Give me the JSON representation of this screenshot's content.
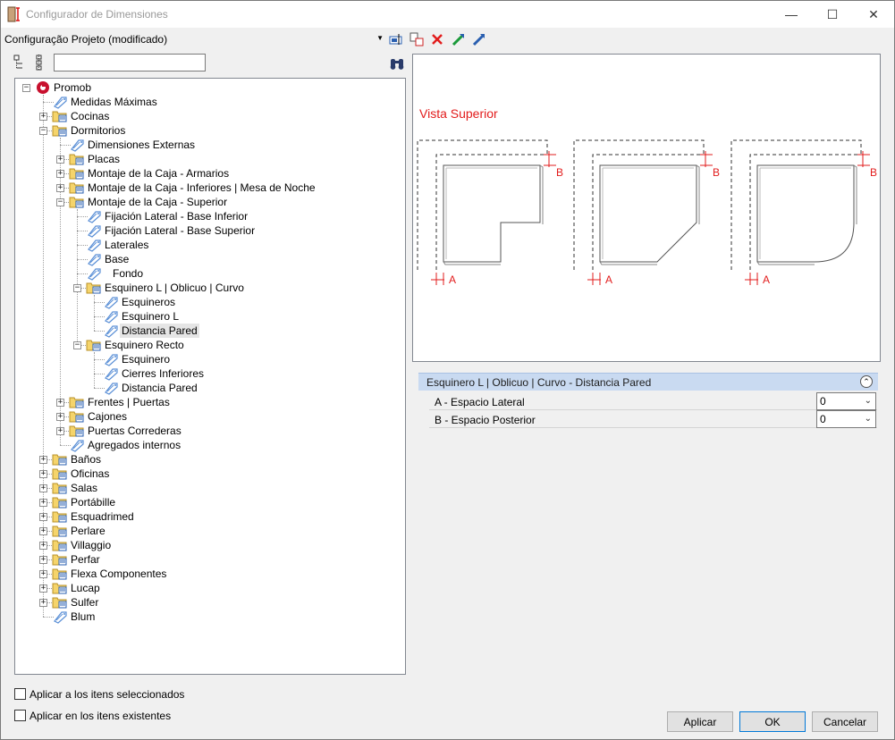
{
  "window": {
    "title": "Configurador de Dimensiones",
    "minimize": "—",
    "maximize": "☐",
    "close": "✕"
  },
  "config": {
    "selected": "Configuração Projeto (modificado)"
  },
  "search": {
    "value": "",
    "placeholder": ""
  },
  "tree": {
    "root": "Promob",
    "medidas_maximas": "Medidas Máximas",
    "cocinas": "Cocinas",
    "dormitorios": "Dormitorios",
    "dimensiones_externas": "Dimensiones Externas",
    "placas": "Placas",
    "montaje_armarios": "Montaje de la Caja - Armarios",
    "montaje_inferiores": "Montaje de la Caja - Inferiores | Mesa de Noche",
    "montaje_superior": "Montaje de la Caja - Superior",
    "fijacion_inferior": "Fijación Lateral - Base Inferior",
    "fijacion_superior": "Fijación Lateral - Base Superior",
    "laterales": "Laterales",
    "base": "Base",
    "fondo": "Fondo",
    "esquinero_l": "Esquinero L | Oblicuo | Curvo",
    "esquineros": "Esquineros",
    "esquinero_l_item": "Esquinero L",
    "distancia_pared": "Distancia Pared",
    "esquinero_recto": "Esquinero Recto",
    "esquinero": "Esquinero",
    "cierres_inferiores": "Cierres Inferiores",
    "distancia_pared_2": "Distancia Pared",
    "frentes": "Frentes | Puertas",
    "cajones": "Cajones",
    "puertas_correderas": "Puertas Correderas",
    "agregados": "Agregados internos",
    "banos": "Baños",
    "oficinas": "Oficinas",
    "salas": "Salas",
    "portabille": "Portábille",
    "esquadrimed": "Esquadrimed",
    "perlare": "Perlare",
    "villaggio": "Villaggio",
    "perfar": "Perfar",
    "flexa": "Flexa Componentes",
    "lucap": "Lucap",
    "sulfer": "Sulfer",
    "blum": "Blum"
  },
  "preview": {
    "title": "Vista Superior",
    "label_a": "A",
    "label_b": "B"
  },
  "props": {
    "header": "Esquinero L | Oblicuo | Curvo - Distancia Pared",
    "lateral_label": "A - Espacio Lateral",
    "lateral_value": "0",
    "posterior_label": "B - Espacio Posterior",
    "posterior_value": "0"
  },
  "options": {
    "apply_selected": "Aplicar a los itens seleccionados",
    "apply_existing": "Aplicar en los itens existentes"
  },
  "buttons": {
    "apply": "Aplicar",
    "ok": "OK",
    "cancel": "Cancelar"
  },
  "colors": {
    "accent_red": "#e21c1c",
    "header_blue": "#c9daf1",
    "folder_yellow": "#f5d46b",
    "tag_blue": "#5a8fd6"
  }
}
